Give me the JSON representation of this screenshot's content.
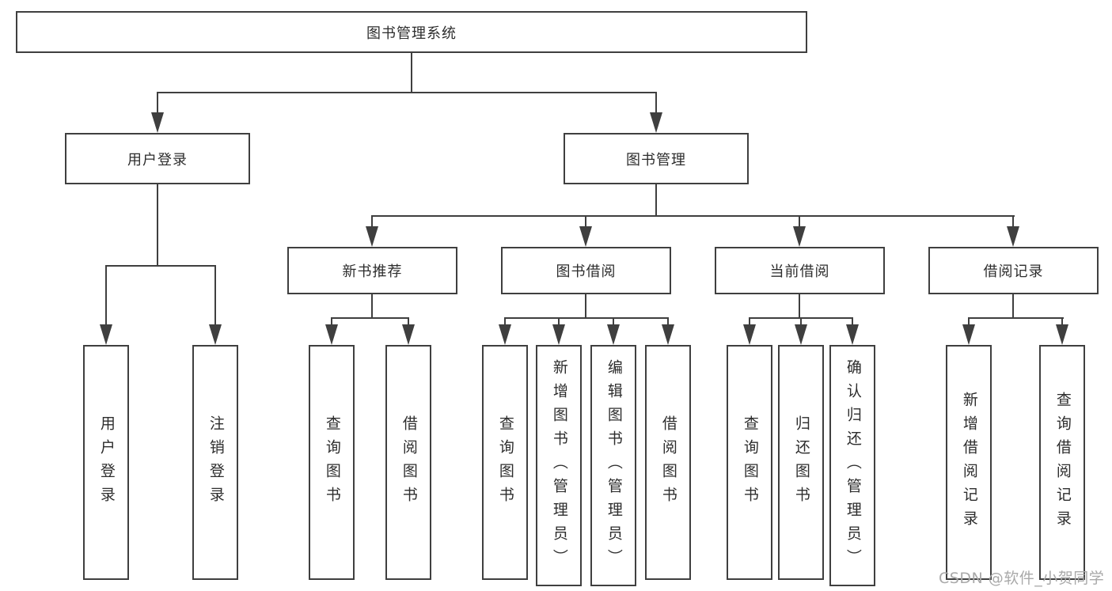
{
  "diagram": {
    "title": "图书管理系统",
    "type": "hierarchy-tree"
  },
  "colors": {
    "line": "#3f3f3f",
    "text": "#2d2d2d",
    "box_background": "#ffffff",
    "watermark": "#a9a9a9"
  },
  "watermark": {
    "text": "CSDN @软件_小贺同学"
  },
  "nodes": {
    "root": {
      "label": "图书管理系统"
    },
    "user_login": {
      "label": "用户登录"
    },
    "book_management": {
      "label": "图书管理"
    },
    "new_book_recommend": {
      "label": "新书推荐"
    },
    "book_borrowing": {
      "label": "图书借阅"
    },
    "current_borrowing": {
      "label": "当前借阅"
    },
    "borrowing_records": {
      "label": "借阅记录"
    },
    "leaf_user_login": {
      "label": "用户登录"
    },
    "leaf_logout": {
      "label": "注销登录"
    },
    "leaf_search_books_1": {
      "label": "查询图书"
    },
    "leaf_borrow_books_1": {
      "label": "借阅图书"
    },
    "leaf_search_books_2": {
      "label": "查询图书"
    },
    "leaf_add_books": {
      "label": "新增图书（管理员）"
    },
    "leaf_edit_books": {
      "label": "编辑图书（管理员）"
    },
    "leaf_borrow_books_2": {
      "label": "借阅图书"
    },
    "leaf_search_books_3": {
      "label": "查询图书"
    },
    "leaf_return_books": {
      "label": "归还图书"
    },
    "leaf_confirm_return": {
      "label": "确认归还（管理员）"
    },
    "leaf_add_borrow_record": {
      "label": "新增借阅记录"
    },
    "leaf_search_borrow_record": {
      "label": "查询借阅记录"
    }
  }
}
